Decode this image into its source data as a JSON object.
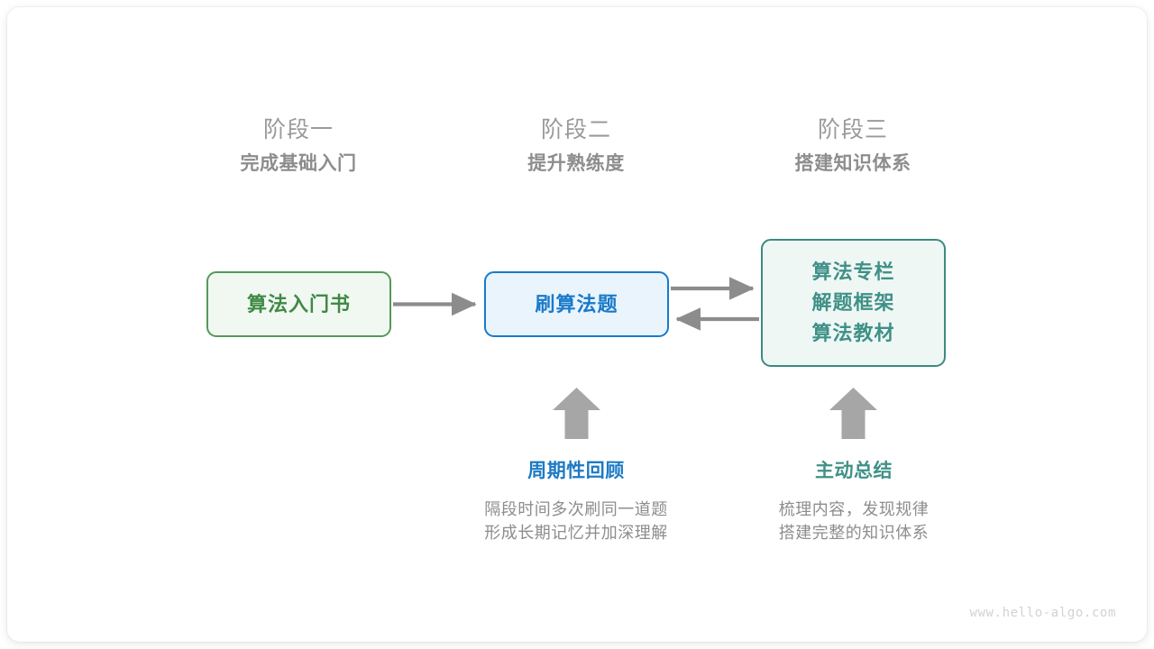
{
  "diagram": {
    "stages": [
      {
        "phase": "阶段一",
        "goal": "完成基础入门"
      },
      {
        "phase": "阶段二",
        "goal": "提升熟练度"
      },
      {
        "phase": "阶段三",
        "goal": "搭建知识体系"
      }
    ],
    "nodes": {
      "book": {
        "lines": [
          "算法入门书"
        ]
      },
      "practice": {
        "lines": [
          "刷算法题"
        ]
      },
      "resources": {
        "lines": [
          "算法专栏",
          "解题框架",
          "算法教材"
        ]
      }
    },
    "annotations": [
      {
        "title": "周期性回顾",
        "desc_lines": [
          "隔段时间多次刷同一道题",
          "形成长期记忆并加深理解"
        ]
      },
      {
        "title": "主动总结",
        "desc_lines": [
          "梳理内容，发现规律",
          "搭建完整的知识体系"
        ]
      }
    ],
    "watermark": "www.hello-algo.com",
    "colors": {
      "green_border": "#54995a",
      "green_fill": "#f1f8f1",
      "green_text": "#3f8a46",
      "blue_border": "#1a7ac9",
      "blue_fill": "#e9f4fd",
      "blue_text": "#1a7ac9",
      "teal_border": "#3c8a81",
      "teal_fill": "#eff7f5",
      "teal_text": "#3f9187",
      "arrow_gray": "#8c8c8c",
      "heading_gray": "#9a9a9a",
      "subheading_gray": "#8d8d8d",
      "watermark_gray": "#d2d2d2"
    }
  }
}
